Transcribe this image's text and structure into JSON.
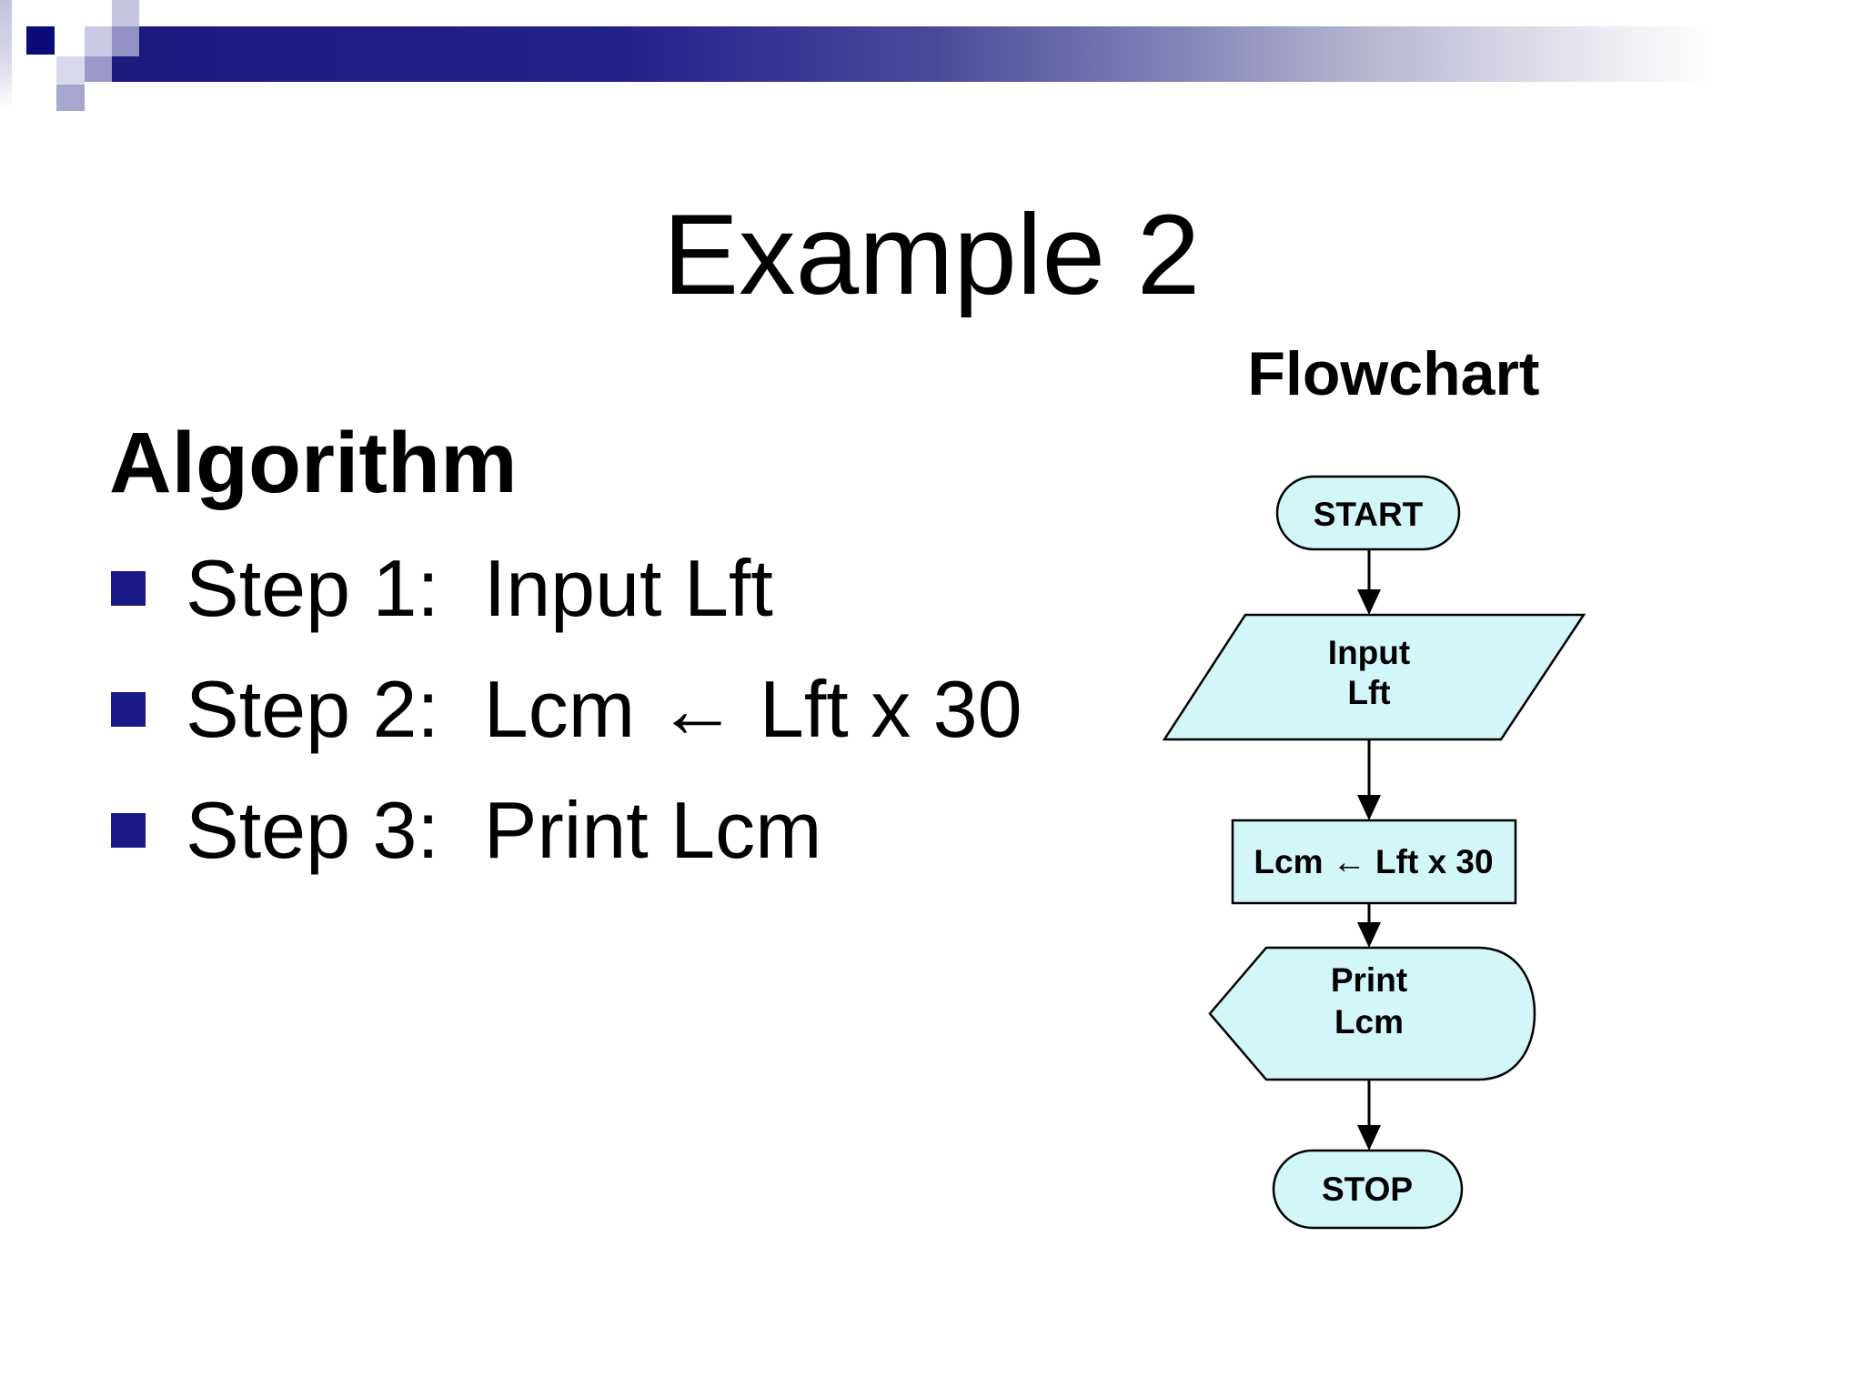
{
  "slide": {
    "title": "Example 2",
    "algorithm": {
      "heading": "Algorithm",
      "steps": [
        "Step 1:  Input Lft",
        "Step 2:  Lcm ← Lft x 30",
        "Step 3:  Print Lcm"
      ]
    },
    "flowchart": {
      "heading": "Flowchart",
      "start": {
        "type": "terminator",
        "label": "START"
      },
      "input": {
        "type": "io-parallelogram",
        "line1": "Input",
        "line2": "Lft"
      },
      "process": {
        "type": "process-rectangle",
        "label": "Lcm ← Lft x 30"
      },
      "display": {
        "type": "display",
        "line1": "Print",
        "line2": "Lcm"
      },
      "stop": {
        "type": "terminator",
        "label": "STOP"
      }
    },
    "colors": {
      "node_fill": "#d3f6f8",
      "node_stroke": "#000000",
      "bullet_square": "#191988",
      "banner_navy": "#1b1b7e"
    }
  }
}
